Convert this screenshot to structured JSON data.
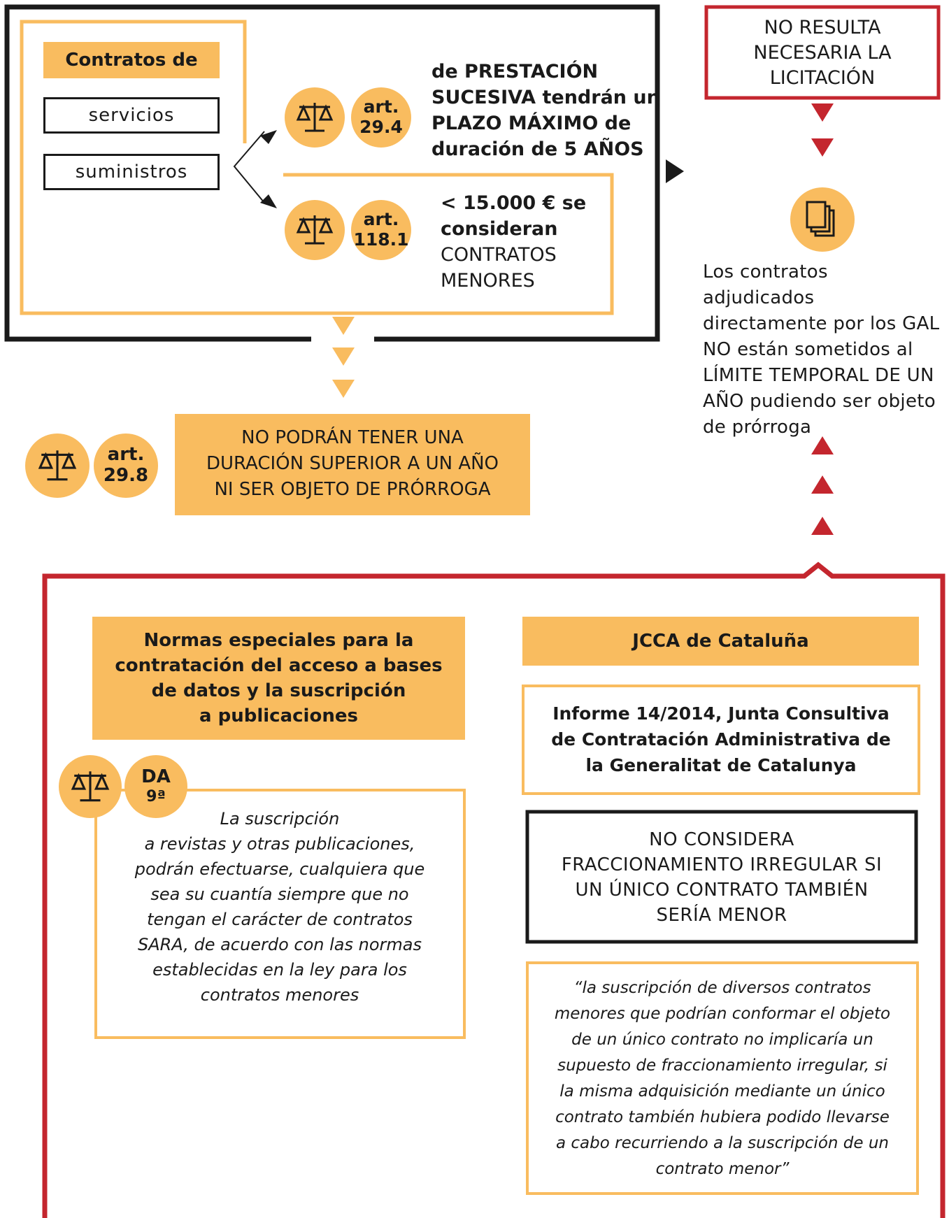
{
  "colors": {
    "orange": "#f9bc5f",
    "red": "#c4262e",
    "black": "#1a1a1a"
  },
  "top": {
    "contracts_header": "Contratos de",
    "type_services": "servicios",
    "type_supplies": "suministros",
    "art_294": {
      "label": "art.",
      "num": "29.4",
      "icon": "scales-icon",
      "lines": [
        "de PRESTACIÓN",
        "SUCESIVA tendrán un",
        "PLAZO MÁXIMO de",
        "duración de 5 AÑOS"
      ]
    },
    "art_1181": {
      "label": "art.",
      "num": "118.1",
      "icon": "scales-icon",
      "lines": [
        "< 15.000 € se",
        "consideran",
        "CONTRATOS",
        "MENORES"
      ]
    }
  },
  "right": {
    "no_licitacion": [
      "NO RESULTA",
      "NECESARIA LA",
      "LICITACIÓN"
    ],
    "document_icon": "documents-icon",
    "note_lines": [
      "Los contratos adjudicados",
      "directamente por los GAL",
      "NO están sometidos al",
      "LÍMITE TEMPORAL DE UN",
      "AÑO pudiendo ser objeto",
      "de prórroga"
    ]
  },
  "middle": {
    "art_298": {
      "label": "art.",
      "num": "29.8",
      "icon": "scales-icon"
    },
    "duration_box": [
      "NO PODRÁN TENER UNA",
      "DURACIÓN SUPERIOR A UN AÑO",
      "NI SER OBJETO DE PRÓRROGA"
    ]
  },
  "bottom": {
    "normas_title": [
      "Normas especiales para la",
      "contratación del acceso a bases",
      "de datos y la suscripción",
      "a publicaciones"
    ],
    "da_badge": {
      "label": "DA",
      "num": "9ª",
      "icon": "scales-icon"
    },
    "suscripcion_text": [
      "La suscripción",
      "a revistas y otras publicaciones,",
      "podrán efectuarse, cualquiera que",
      "sea su cuantía siempre que no",
      "tengan el carácter de contratos",
      "SARA, de acuerdo con las normas",
      "establecidas en la ley para los",
      "contratos menores"
    ],
    "jcca_title": "JCCA de Cataluña",
    "informe_lines": [
      "Informe 14/2014, Junta Consultiva",
      "de Contratación Administrativa de",
      "la Generalitat de Catalunya"
    ],
    "no_considera_lines": [
      "NO CONSIDERA",
      "FRACCIONAMIENTO IRREGULAR SI",
      "UN ÚNICO CONTRATO TAMBIÉN",
      "SERÍA MENOR"
    ],
    "quote_lines": [
      "“la suscripción de diversos contratos",
      "menores que podrían conformar el objeto",
      "de un único contrato no implicaría un",
      "supuesto de fraccionamiento irregular, si",
      "la misma adquisición mediante un único",
      "contrato también hubiera podido llevarse",
      "a cabo recurriendo a la suscripción de un",
      "contrato menor”"
    ]
  }
}
